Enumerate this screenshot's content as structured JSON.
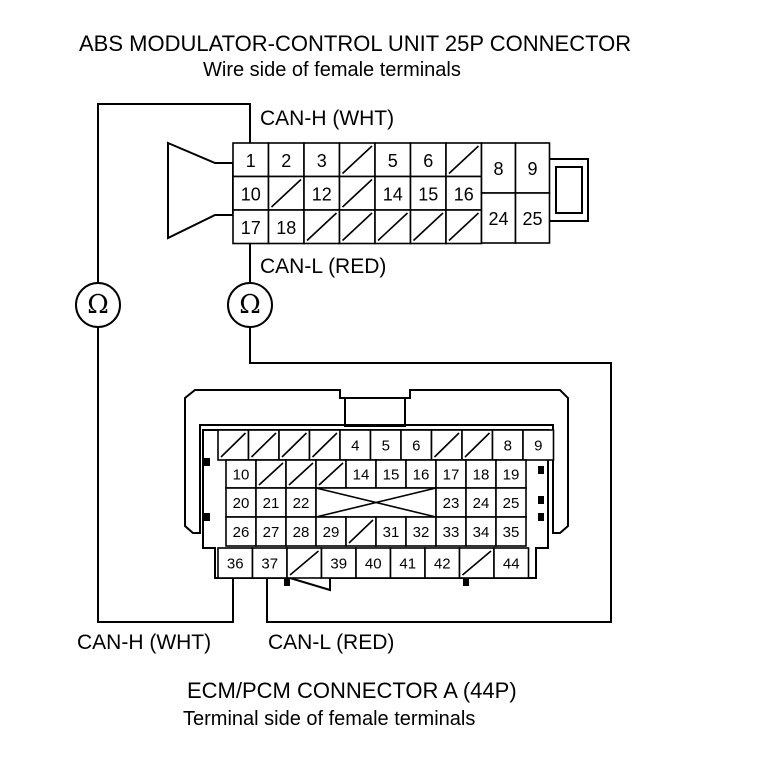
{
  "abs_connector": {
    "title": "ABS MODULATOR-CONTROL UNIT 25P CONNECTOR",
    "subtitle": "Wire side of female terminals",
    "can_h_label": "CAN-H (WHT)",
    "can_l_label": "CAN-L (RED)",
    "rows": [
      [
        "1",
        "2",
        "3",
        "",
        "5",
        "6",
        ""
      ],
      [
        "10",
        "",
        "12",
        "",
        "14",
        "15",
        "16"
      ],
      [
        "17",
        "18",
        "",
        "",
        "",
        "",
        ""
      ]
    ],
    "right_pins": [
      [
        "8",
        "9"
      ],
      [
        "24",
        "25"
      ]
    ]
  },
  "ohmmeter_symbol": "Ω",
  "ecm_connector": {
    "title": "ECM/PCM CONNECTOR A (44P)",
    "subtitle": "Terminal side of female terminals",
    "can_h_label": "CAN-H (WHT)",
    "can_l_label": "CAN-L (RED)",
    "rows": [
      [
        "",
        "",
        "",
        "",
        "4",
        "5",
        "6",
        "",
        "",
        "8",
        "9"
      ],
      [
        "10",
        "",
        "",
        "",
        "14",
        "15",
        "16",
        "17",
        "18",
        "19"
      ],
      [
        "20",
        "21",
        "22",
        "23",
        "24",
        "25"
      ],
      [
        "26",
        "27",
        "28",
        "29",
        "",
        "31",
        "32",
        "33",
        "34",
        "35"
      ],
      [
        "36",
        "37",
        "",
        "39",
        "40",
        "41",
        "42",
        "",
        "44"
      ]
    ]
  }
}
